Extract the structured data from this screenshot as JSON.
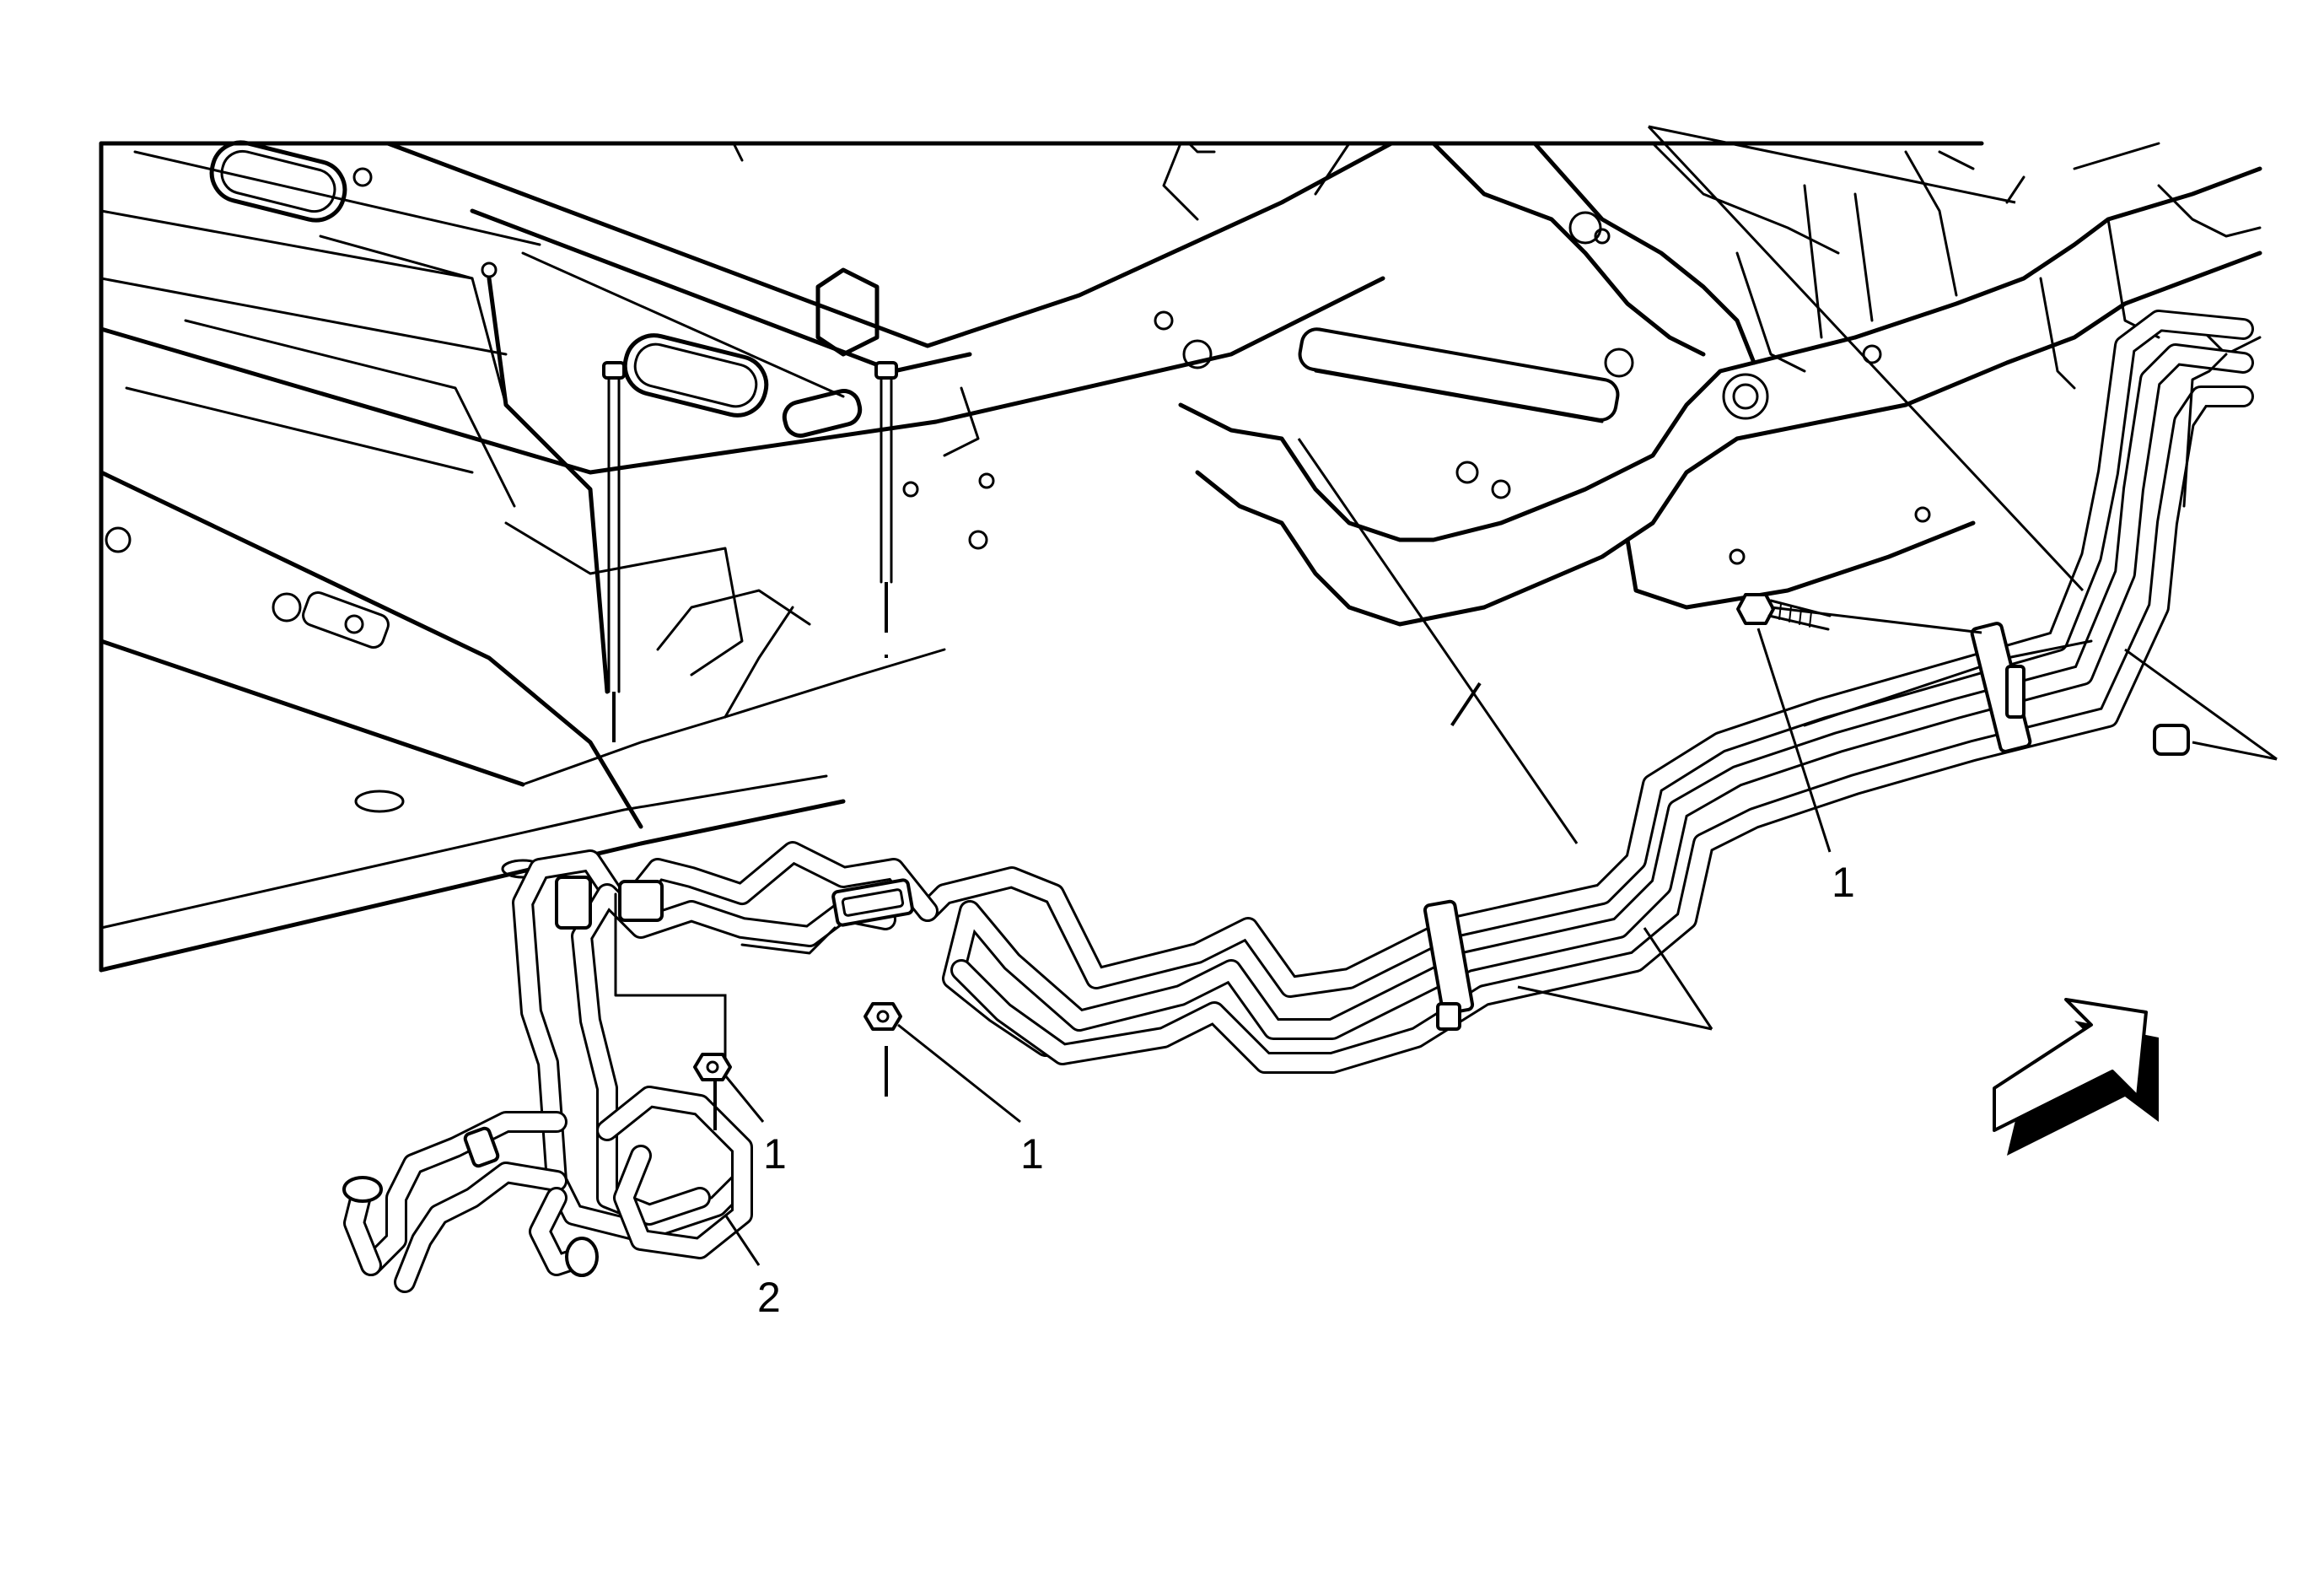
{
  "diagram": {
    "callouts": [
      {
        "id": "c1",
        "label": "1",
        "refers_to": "fastener"
      },
      {
        "id": "c2",
        "label": "1",
        "refers_to": "fastener"
      },
      {
        "id": "c3",
        "label": "1",
        "refers_to": "fastener"
      },
      {
        "id": "c4",
        "label": "2",
        "refers_to": "tube assembly"
      }
    ],
    "direction_arrow": "front-of-vehicle-arrow",
    "colors": {
      "line": "#000000",
      "background": "#ffffff"
    }
  }
}
